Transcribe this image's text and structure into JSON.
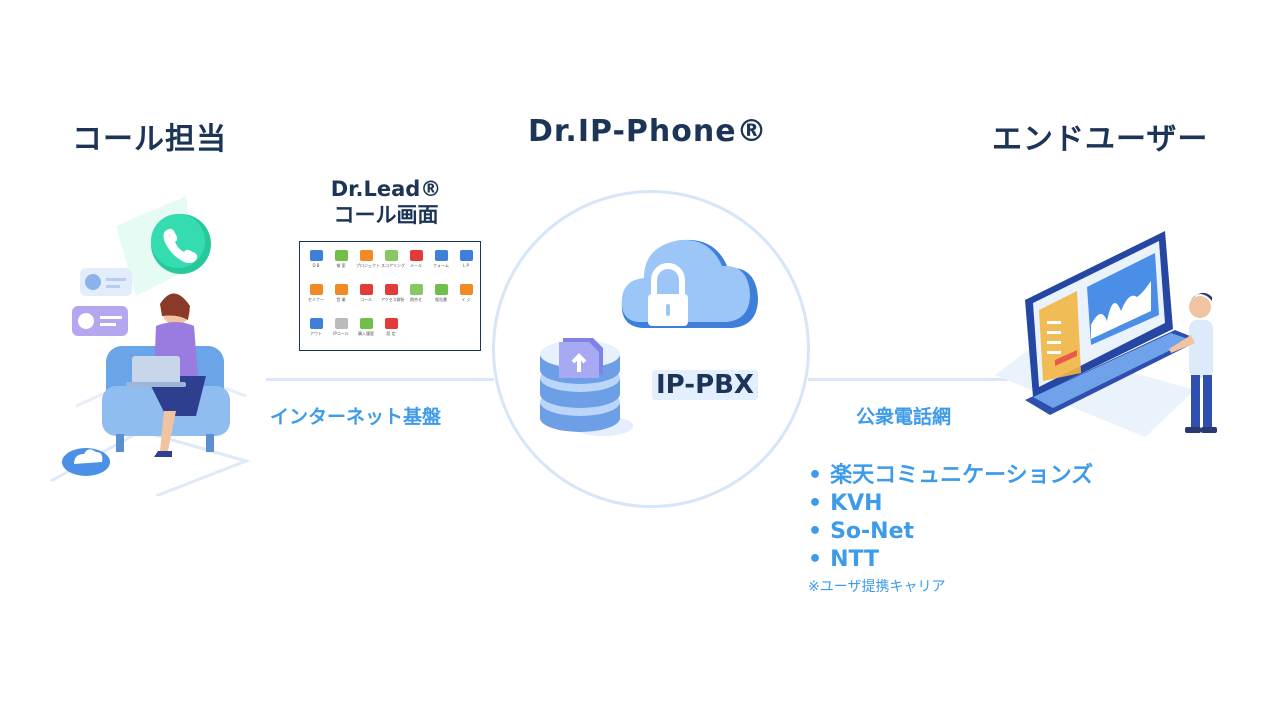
{
  "headings": {
    "left": "コール担当",
    "center": "Dr.IP-Phone®",
    "right": "エンドユーザー"
  },
  "dr_lead": {
    "line1": "Dr.Lead®",
    "line2": "コール画面"
  },
  "screen_tiles": [
    {
      "label": "D B",
      "color": "#3d7fd9"
    },
    {
      "label": "検 索",
      "color": "#6fbf4a"
    },
    {
      "label": "プロジェクト",
      "color": "#f08a24"
    },
    {
      "label": "スコアリング",
      "color": "#88c864"
    },
    {
      "label": "メール",
      "color": "#e33a3a"
    },
    {
      "label": "フォーム",
      "color": "#3d7fd9"
    },
    {
      "label": "L P",
      "color": "#3d7fd9"
    },
    {
      "label": "セミナー",
      "color": "#f08a24"
    },
    {
      "label": "営 業",
      "color": "#f08a24"
    },
    {
      "label": "コール",
      "color": "#e33a3a"
    },
    {
      "label": "アクセス解析",
      "color": "#e33a3a"
    },
    {
      "label": "問合せ",
      "color": "#88c864"
    },
    {
      "label": "報告書",
      "color": "#6fbf4a"
    },
    {
      "label": "イ ジ",
      "color": "#f08a24"
    },
    {
      "label": "アウト",
      "color": "#3d7fd9"
    },
    {
      "label": "IPコール",
      "color": "#bbbbbb"
    },
    {
      "label": "購入履歴",
      "color": "#6fbf4a"
    },
    {
      "label": "設 定",
      "color": "#e33a3a"
    }
  ],
  "labels": {
    "internet": "インターネット基盤",
    "ip_pbx": "IP-PBX",
    "pstn": "公衆電話網"
  },
  "carriers": [
    "楽天コミュニケーションズ",
    "KVH",
    "So-Net",
    "NTT"
  ],
  "carrier_bullet": "•",
  "carrier_note": "※ユーザ提携キャリア",
  "colors": {
    "heading": "#1c3557",
    "accent_blue": "#3d9be9",
    "connector": "#d8e8fa",
    "phone_green": "#2ed3a4"
  }
}
